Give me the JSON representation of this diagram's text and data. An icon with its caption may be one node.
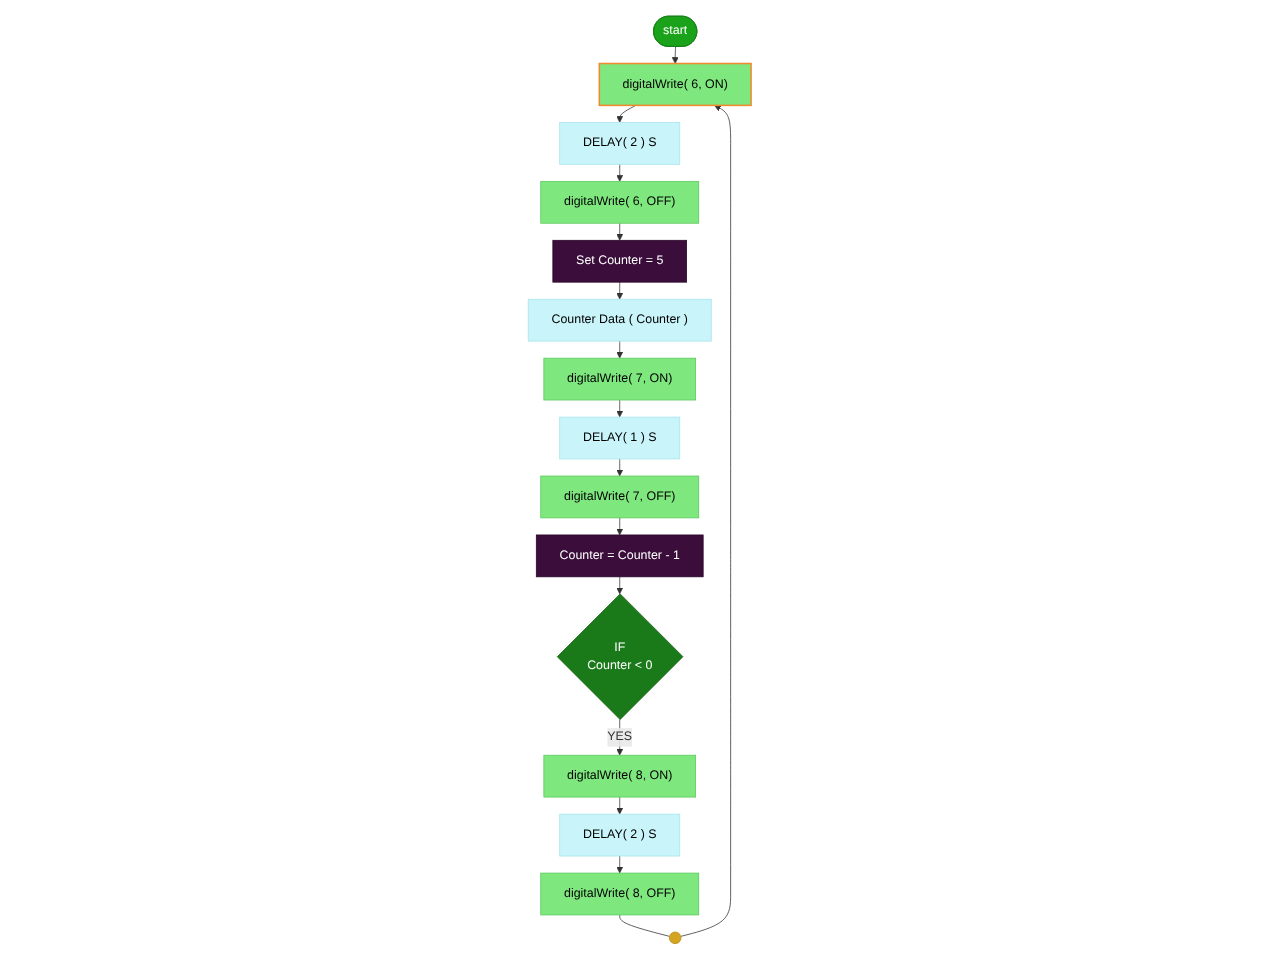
{
  "diagram": {
    "nodes": [
      {
        "text": [
          "start"
        ]
      },
      {
        "text": [
          "digitalWrite( 6, ON)"
        ]
      },
      {
        "text": [
          "DELAY( 2 ) S"
        ]
      },
      {
        "text": [
          "digitalWrite( 6, OFF)"
        ]
      },
      {
        "text": [
          "Set Counter = 5"
        ]
      },
      {
        "text": [
          "Counter Data ( Counter )"
        ]
      },
      {
        "text": [
          "digitalWrite( 7, ON)"
        ]
      },
      {
        "text": [
          "DELAY( 1 ) S"
        ]
      },
      {
        "text": [
          "digitalWrite( 7, OFF)"
        ]
      },
      {
        "text": [
          "Counter = Counter - 1"
        ]
      },
      {
        "text": [
          "IF",
          "Counter < 0"
        ]
      },
      {
        "text": [
          "digitalWrite( 8, ON)"
        ]
      },
      {
        "text": [
          "DELAY( 2 ) S"
        ]
      },
      {
        "text": [
          "digitalWrite( 8, OFF)"
        ]
      },
      {
        "text": [],
        "shape": "circle"
      }
    ],
    "edges": [
      {
        "from": 0,
        "to": 1,
        "arrow": "to"
      },
      {
        "from": 1,
        "to": 2,
        "arrow": "to"
      },
      {
        "from": 2,
        "to": 3,
        "arrow": "to"
      },
      {
        "from": 3,
        "to": 4,
        "arrow": "to"
      },
      {
        "from": 4,
        "to": 5,
        "arrow": "to"
      },
      {
        "from": 5,
        "to": 6,
        "arrow": "to"
      },
      {
        "from": 6,
        "to": 7,
        "arrow": "to"
      },
      {
        "from": 7,
        "to": 8,
        "arrow": "to"
      },
      {
        "from": 8,
        "to": 9,
        "arrow": "to"
      },
      {
        "from": 9,
        "to": 10,
        "arrow": "to"
      },
      {
        "from": 10,
        "to": 11,
        "label": "YES",
        "arrow": "to"
      },
      {
        "from": 11,
        "to": 12,
        "arrow": "to"
      },
      {
        "from": 12,
        "to": 13,
        "arrow": "to"
      },
      {
        "from": 13,
        "to": 14,
        "arrow": "none"
      },
      {
        "from": 14,
        "to": 1,
        "arrow": "to"
      }
    ]
  }
}
